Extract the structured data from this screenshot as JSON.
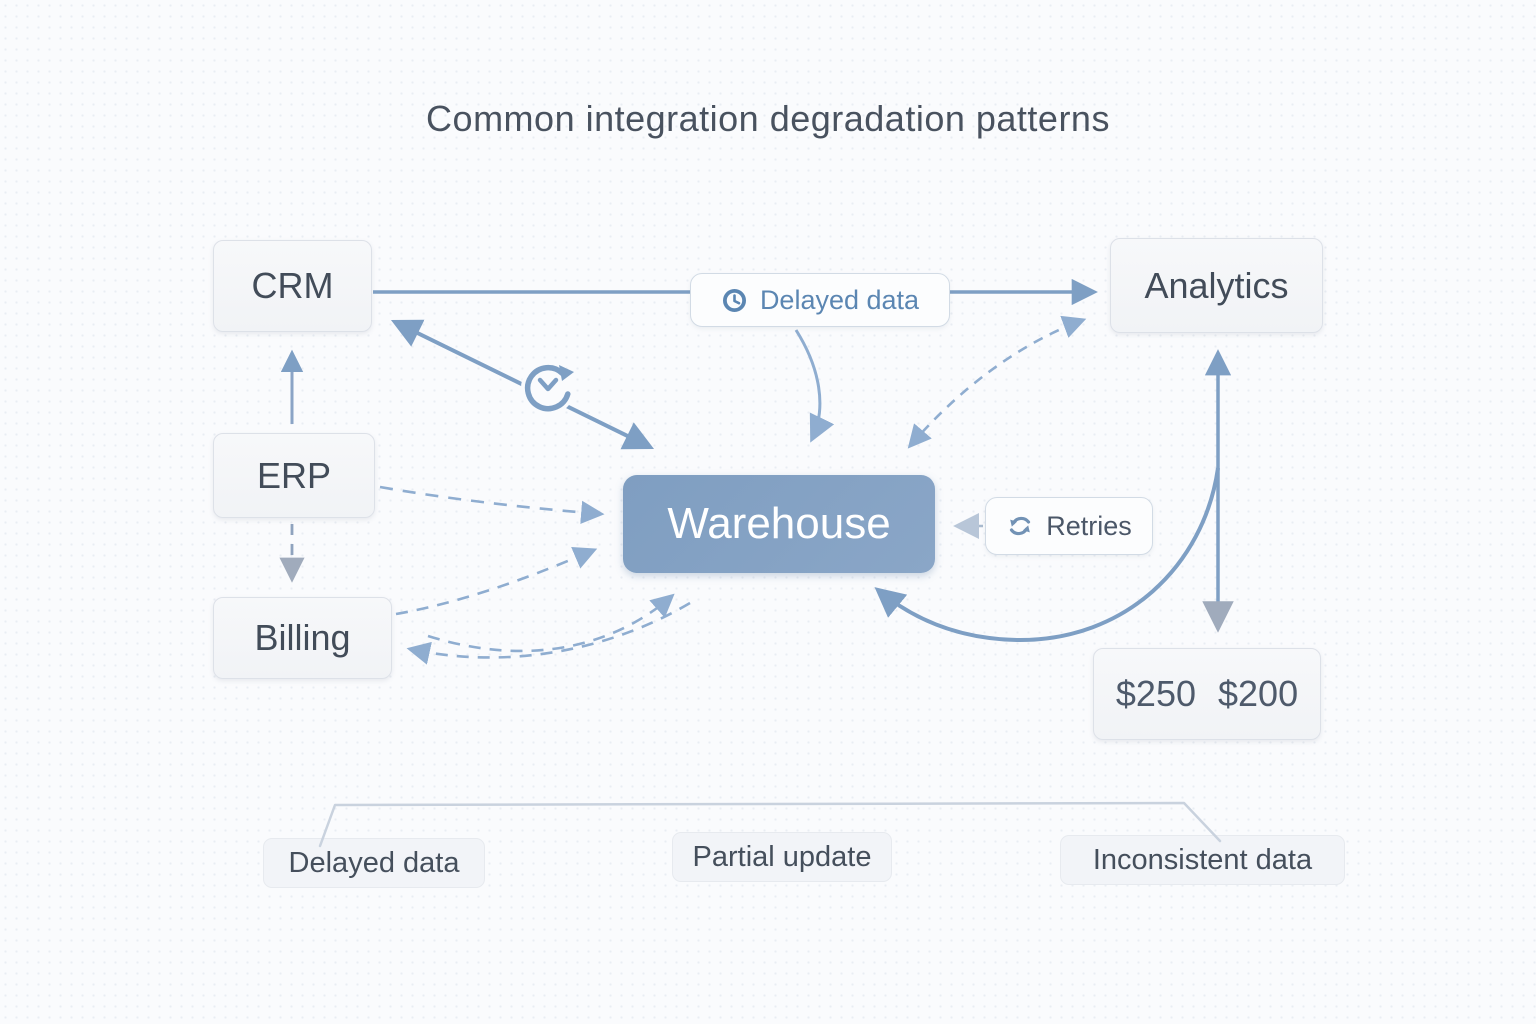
{
  "title": "Common integration degradation patterns",
  "nodes": {
    "crm": {
      "label": "CRM"
    },
    "erp": {
      "label": "ERP"
    },
    "billing": {
      "label": "Billing"
    },
    "warehouse": {
      "label": "Warehouse"
    },
    "analytics": {
      "label": "Analytics"
    },
    "amounts": {
      "values": [
        "$250",
        "$200"
      ]
    }
  },
  "badges": {
    "delayed_data": {
      "label": "Delayed data",
      "icon": "clock-icon"
    },
    "retries": {
      "label": "Retries",
      "icon": "refresh-icon"
    }
  },
  "legend": {
    "items": [
      {
        "label": "Delayed data"
      },
      {
        "label": "Partial update"
      },
      {
        "label": "Inconsistent data"
      }
    ]
  },
  "edges": [
    {
      "from": "crm",
      "to": "analytics",
      "style": "solid",
      "through_badge": "delayed_data"
    },
    {
      "from": "erp",
      "to": "crm",
      "style": "solid"
    },
    {
      "from": "erp",
      "to": "billing",
      "style": "dashed"
    },
    {
      "from": "crm",
      "to": "warehouse",
      "style": "solid-bidirectional",
      "icon": "sync-clock-icon"
    },
    {
      "from": "delayed_data",
      "to": "warehouse",
      "style": "solid-curve"
    },
    {
      "from": "warehouse",
      "to": "analytics",
      "style": "dashed-bidirectional"
    },
    {
      "from": "erp",
      "to": "warehouse",
      "style": "dashed"
    },
    {
      "from": "billing",
      "to": "warehouse",
      "style": "dashed"
    },
    {
      "from": "warehouse",
      "to": "billing",
      "style": "dashed"
    },
    {
      "from": "retries",
      "to": "warehouse",
      "style": "solid"
    },
    {
      "from": "analytics",
      "to": "amounts",
      "style": "solid-bidirectional"
    },
    {
      "from": "analytics",
      "to": "warehouse",
      "style": "solid-curve"
    }
  ],
  "colors": {
    "arrow_solid": "#7e9fc4",
    "arrow_dashed": "#8fadd0",
    "arrow_steel": "#a9b5c6",
    "warehouse_bg": "#85a2c4",
    "node_text": "#424c59",
    "badge_text": "#5b86b2",
    "title_text": "#49525f"
  }
}
